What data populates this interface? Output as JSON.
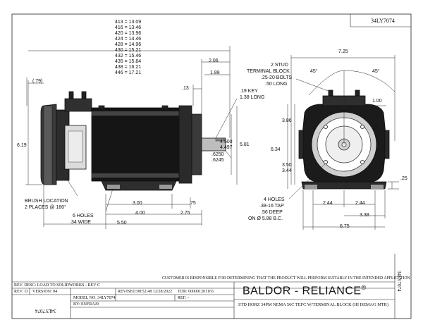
{
  "drawing": {
    "corner_id": "34LY7074",
    "table_rows": [
      "413 = 13.09",
      "416 = 13.46",
      "420 = 13.96",
      "424 = 14.46",
      "428 = 14.96",
      "430 = 15.21",
      "432 = 15.46",
      "435 = 15.84",
      "438 = 16.21",
      "446 = 17.21"
    ],
    "side_dims": {
      "d079": "(.79)",
      "d206": "2.06",
      "d188": "1.88",
      "d013": ".13",
      "key1": ".19 KEY",
      "key2": "1.38 LONG",
      "d619": "6.19",
      "d4500": "4.500",
      "d4497": "4.497",
      "d581": "5.81",
      "d6250": ".6250",
      "d6245": ".6245",
      "brush1": "BRUSH LOCATION",
      "brush2": "2 PLACES @ 180°",
      "holes1": "6 HOLES",
      "holes2": ".34 WIDE",
      "d300": "3.00",
      "d075": ".75",
      "d400": "4.00",
      "d275": "2.75",
      "d550": "5.50"
    },
    "end_dims": {
      "d725": "7.25",
      "stud1": "2 STUD",
      "stud2": "TERMINAL BLOCK",
      "stud3": ".25-20 BOLTS",
      "stud4": ".50 LONG",
      "a45a": "45°",
      "a45b": "45°",
      "d100": "1.00",
      "d386": "3.86",
      "d634": "6.34",
      "d350": "3.50",
      "d344": "3.44",
      "d025": ".25",
      "h1": "4 HOLES",
      "h2": ".38-16 TAP",
      "h3": ".56 DEEP",
      "h4": "ON Ø 5.88 B.C.",
      "d244a": "2.44",
      "d244b": "2.44",
      "d338": "3.38",
      "d675": "6.75"
    },
    "side_rotated_id": "34LY7074"
  },
  "title_block": {
    "disclaimer": "CUSTOMER IS RESPONSIBLE FOR DETERMINING THAT THE PRODUCT WILL PERFORM SUITABLY IN THE INTENDED APPLICATION",
    "rev_desc": "REV. DESC: LOAD TO SOLIDWORKS - REV C",
    "rev": "REV:  D",
    "version": "VERSION: 04",
    "revised": "REVISED:08:52:48  12/28/2022",
    "tdr": "TDR: 000001201165",
    "ref": "REF:  -",
    "model": "MODEL NO.  34LY7074",
    "by": "BY:    ENFRAJ0",
    "mirrored_id": "34LY7074",
    "brand": "BALDOR - RELIANCE",
    "brand_mark": "®",
    "description": "STD HORZ 34PM NEMA 56C TEFC W/TERMINAL BLOCK (HI DEMAG MTR)"
  }
}
